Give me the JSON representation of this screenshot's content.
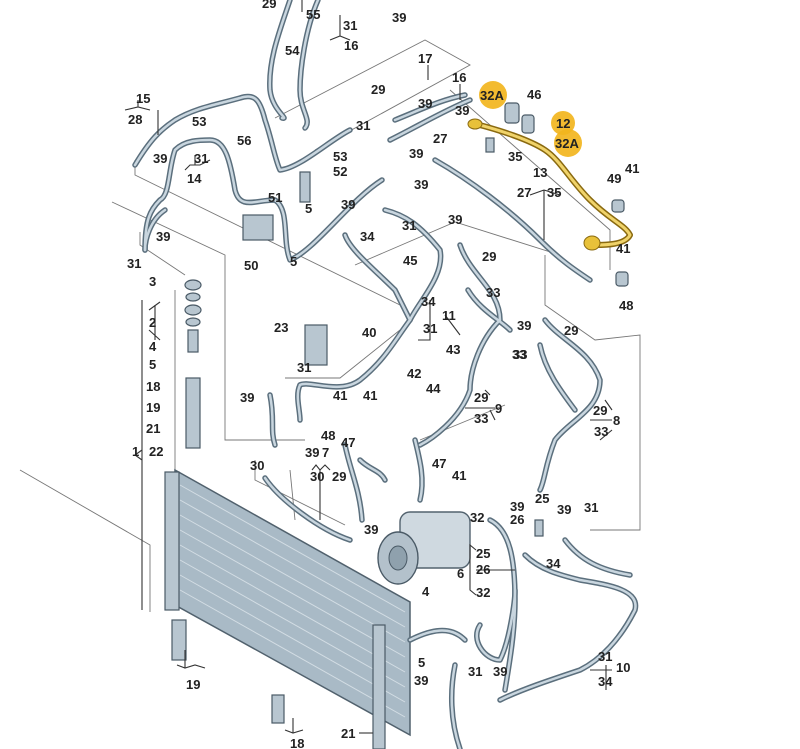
{
  "diagram": {
    "title": "A/C refrigerant lines, condenser and compressor exploded view",
    "highlight_color": "#f2b51e",
    "highlighted_part_color": "#e8c13a",
    "line_color": "#5b6f7d",
    "labels": [
      {
        "id": "l29a",
        "text": "29"
      },
      {
        "id": "l55",
        "text": "55"
      },
      {
        "id": "l39a",
        "text": "39"
      },
      {
        "id": "l31a",
        "text": "31"
      },
      {
        "id": "l16a",
        "text": "16"
      },
      {
        "id": "l54",
        "text": "54"
      },
      {
        "id": "l17",
        "text": "17"
      },
      {
        "id": "l16b",
        "text": "16"
      },
      {
        "id": "l29b",
        "text": "29"
      },
      {
        "id": "l39b",
        "text": "39"
      },
      {
        "id": "l39c",
        "text": "39"
      },
      {
        "id": "l31b",
        "text": "31"
      },
      {
        "id": "l39d",
        "text": "39"
      },
      {
        "id": "l27a",
        "text": "27"
      },
      {
        "id": "l39e",
        "text": "39"
      },
      {
        "id": "l15",
        "text": "15"
      },
      {
        "id": "l28",
        "text": "28"
      },
      {
        "id": "l53a",
        "text": "53"
      },
      {
        "id": "l56",
        "text": "56"
      },
      {
        "id": "l39f",
        "text": "39"
      },
      {
        "id": "l31c",
        "text": "31"
      },
      {
        "id": "l14",
        "text": "14"
      },
      {
        "id": "l53b",
        "text": "53"
      },
      {
        "id": "l52",
        "text": "52"
      },
      {
        "id": "l51",
        "text": "51"
      },
      {
        "id": "l5a",
        "text": "5"
      },
      {
        "id": "l50",
        "text": "50"
      },
      {
        "id": "l5b",
        "text": "5"
      },
      {
        "id": "l39g",
        "text": "39"
      },
      {
        "id": "l31d",
        "text": "31"
      },
      {
        "id": "l39h",
        "text": "39"
      },
      {
        "id": "l31e",
        "text": "31"
      },
      {
        "id": "l34a",
        "text": "34"
      },
      {
        "id": "l45",
        "text": "45"
      },
      {
        "id": "l39i",
        "text": "39"
      },
      {
        "id": "l29c",
        "text": "29"
      },
      {
        "id": "l33a",
        "text": "33"
      },
      {
        "id": "l34b",
        "text": "34"
      },
      {
        "id": "l11",
        "text": "11"
      },
      {
        "id": "l31f",
        "text": "31"
      },
      {
        "id": "l46",
        "text": "46"
      },
      {
        "id": "l35",
        "text": "35"
      },
      {
        "id": "l13",
        "text": "13"
      },
      {
        "id": "l27b",
        "text": "27"
      },
      {
        "id": "l35b",
        "text": "35"
      },
      {
        "id": "l41a",
        "text": "41"
      },
      {
        "id": "l49",
        "text": "49"
      },
      {
        "id": "l41b",
        "text": "41"
      },
      {
        "id": "l48a",
        "text": "48"
      },
      {
        "id": "l39j",
        "text": "39"
      },
      {
        "id": "l29d",
        "text": "29"
      },
      {
        "id": "l33b",
        "text": "33"
      },
      {
        "id": "l3",
        "text": "3"
      },
      {
        "id": "l2",
        "text": "2"
      },
      {
        "id": "l4a",
        "text": "4"
      },
      {
        "id": "l5c",
        "text": "5"
      },
      {
        "id": "l18a",
        "text": "18"
      },
      {
        "id": "l19a",
        "text": "19"
      },
      {
        "id": "l21a",
        "text": "21"
      },
      {
        "id": "l1",
        "text": "1"
      },
      {
        "id": "l22",
        "text": "22"
      },
      {
        "id": "l23",
        "text": "23"
      },
      {
        "id": "l40",
        "text": "40"
      },
      {
        "id": "l31g",
        "text": "31"
      },
      {
        "id": "l39k",
        "text": "39"
      },
      {
        "id": "l41c",
        "text": "41"
      },
      {
        "id": "l41d",
        "text": "41"
      },
      {
        "id": "l48b",
        "text": "48"
      },
      {
        "id": "l47a",
        "text": "47"
      },
      {
        "id": "l42",
        "text": "42"
      },
      {
        "id": "l43",
        "text": "43"
      },
      {
        "id": "l44",
        "text": "44"
      },
      {
        "id": "l29e",
        "text": "29"
      },
      {
        "id": "l9",
        "text": "9"
      },
      {
        "id": "l33c",
        "text": "33"
      },
      {
        "id": "l33d",
        "text": "33"
      },
      {
        "id": "l29f",
        "text": "29"
      },
      {
        "id": "l8",
        "text": "8"
      },
      {
        "id": "l33e",
        "text": "33"
      },
      {
        "id": "l30a",
        "text": "30"
      },
      {
        "id": "l39l",
        "text": "39"
      },
      {
        "id": "l7",
        "text": "7"
      },
      {
        "id": "l30b",
        "text": "30"
      },
      {
        "id": "l29g",
        "text": "29"
      },
      {
        "id": "l39m",
        "text": "39"
      },
      {
        "id": "l47b",
        "text": "47"
      },
      {
        "id": "l41e",
        "text": "41"
      },
      {
        "id": "l32a",
        "text": "32"
      },
      {
        "id": "l39n",
        "text": "39"
      },
      {
        "id": "l25a",
        "text": "25"
      },
      {
        "id": "l26a",
        "text": "26"
      },
      {
        "id": "l39o",
        "text": "39"
      },
      {
        "id": "l31h",
        "text": "31"
      },
      {
        "id": "l25b",
        "text": "25"
      },
      {
        "id": "l26b",
        "text": "26"
      },
      {
        "id": "l6",
        "text": "6"
      },
      {
        "id": "l34c",
        "text": "34"
      },
      {
        "id": "l32b",
        "text": "32"
      },
      {
        "id": "l4b",
        "text": "4"
      },
      {
        "id": "l5d",
        "text": "5"
      },
      {
        "id": "l31i",
        "text": "31"
      },
      {
        "id": "l39p",
        "text": "39"
      },
      {
        "id": "l39q",
        "text": "39"
      },
      {
        "id": "l31j",
        "text": "31"
      },
      {
        "id": "l10",
        "text": "10"
      },
      {
        "id": "l34d",
        "text": "34"
      },
      {
        "id": "l19b",
        "text": "19"
      },
      {
        "id": "l18b",
        "text": "18"
      },
      {
        "id": "l21b",
        "text": "21"
      }
    ],
    "highlighted_labels": [
      {
        "id": "h32a_1",
        "text": "32A"
      },
      {
        "id": "h12",
        "text": "12"
      },
      {
        "id": "h32a_2",
        "text": "32A"
      }
    ]
  }
}
